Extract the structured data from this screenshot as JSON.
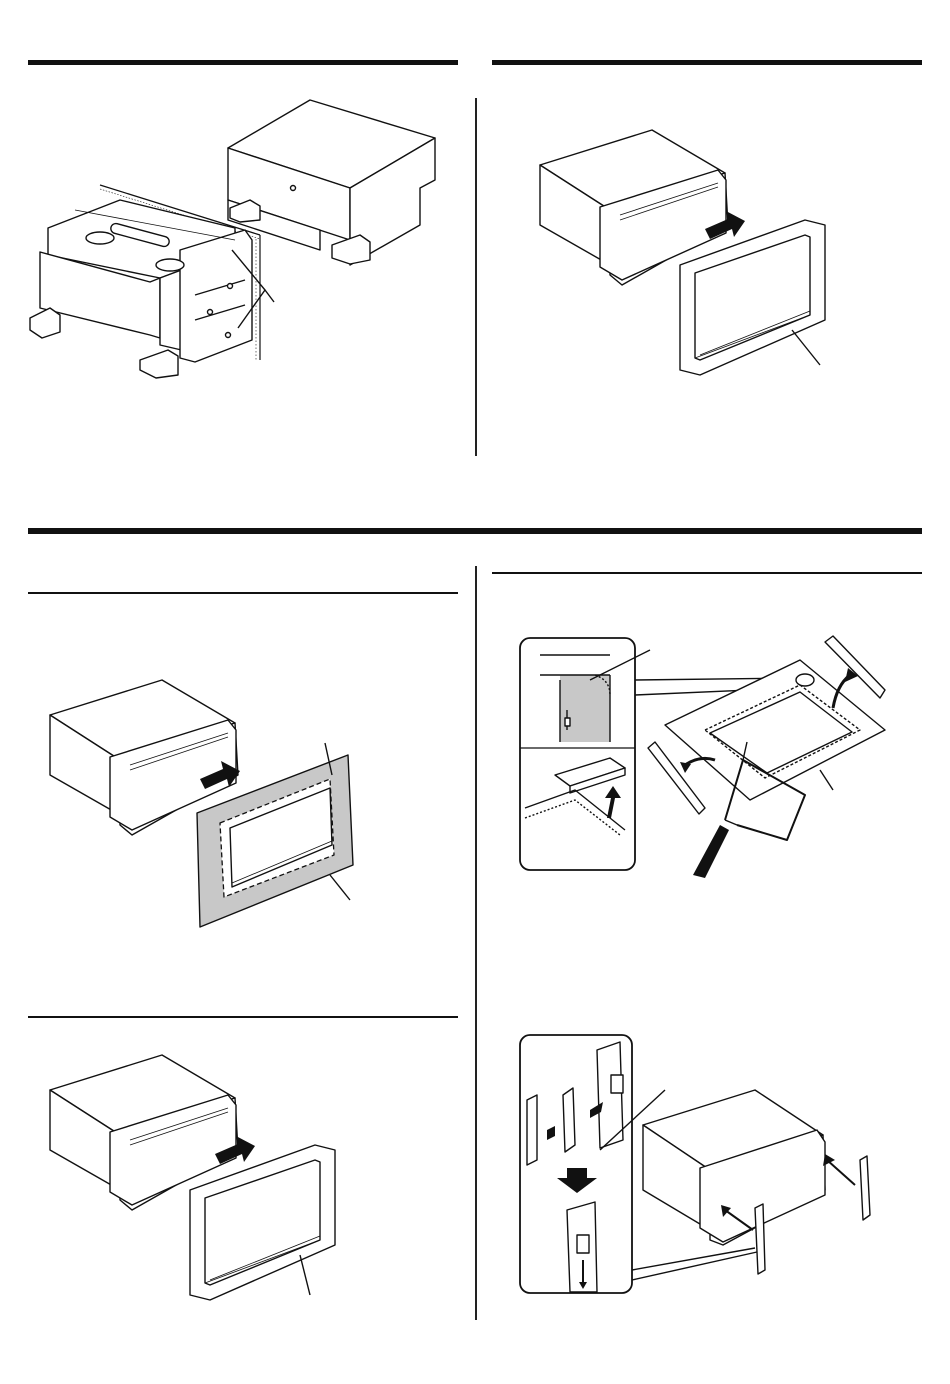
{
  "page": {
    "background": "#ffffff",
    "ink": "#111111",
    "highlight": "#c8c8c8",
    "sections": [
      {
        "id": "top-left",
        "figure": "unit-with-metal-sleeve-and-screws"
      },
      {
        "id": "top-right",
        "figure": "escutcheon-frame-attachment"
      },
      {
        "id": "mid-left",
        "figure": "trim-plate-attachment"
      },
      {
        "id": "mid-right",
        "figure": "frame-cutting-with-coping-saw"
      },
      {
        "id": "bottom-left",
        "figure": "escutcheon-frame-attachment-2"
      },
      {
        "id": "bottom-right",
        "figure": "side-covers-attachment"
      }
    ]
  }
}
